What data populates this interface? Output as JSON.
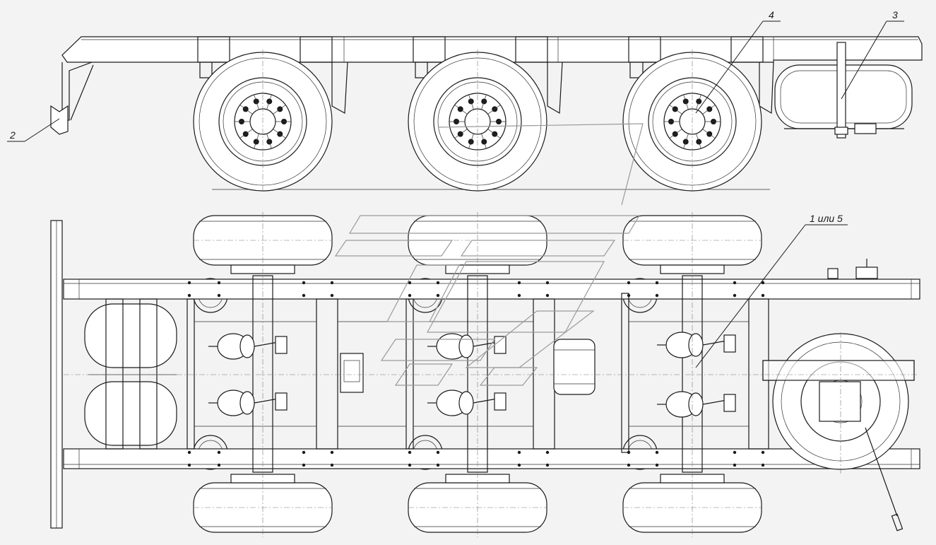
{
  "callouts": [
    {
      "id": "c2",
      "text": "2"
    },
    {
      "id": "c4",
      "text": "4"
    },
    {
      "id": "c3",
      "text": "3"
    },
    {
      "id": "c15",
      "text": "1 или 5"
    }
  ],
  "colors": {
    "line": "#1a1a1a",
    "background": "#f3f3f3",
    "watermark": "#9a9a9a"
  }
}
